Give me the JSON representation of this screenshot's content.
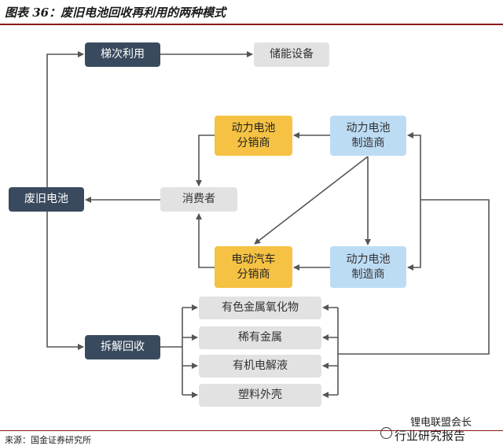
{
  "title": "图表 36：废旧电池回收再利用的两种模式",
  "source": "来源：国金证券研究所",
  "watermark": {
    "line1": "锂电联盟会长",
    "line2": "行业研究报告",
    "icon": "wechat-icon"
  },
  "nodes": {
    "waste_battery": "废旧电池",
    "echelon_use": "梯次利用",
    "energy_storage": "储能设备",
    "power_battery_distributor": "动力电池\n分销商",
    "power_battery_maker_top": "动力电池\n制造商",
    "consumer": "消费者",
    "ev_distributor": "电动汽车\n分销商",
    "power_battery_maker_bottom": "动力电池\n制造商",
    "dismantle_recycle": "拆解回收",
    "nonferrous_oxides": "有色金属氧化物",
    "rare_metals": "稀有金属",
    "organic_electrolyte": "有机电解液",
    "plastic_shell": "塑料外壳"
  },
  "colors": {
    "dark_node": "#3a4a5e",
    "grey_node": "#e2e2e2",
    "yellow_node": "#f6c244",
    "blue_node": "#bcdcf4",
    "arrow": "#555555",
    "rule": "#8b1a1a"
  }
}
